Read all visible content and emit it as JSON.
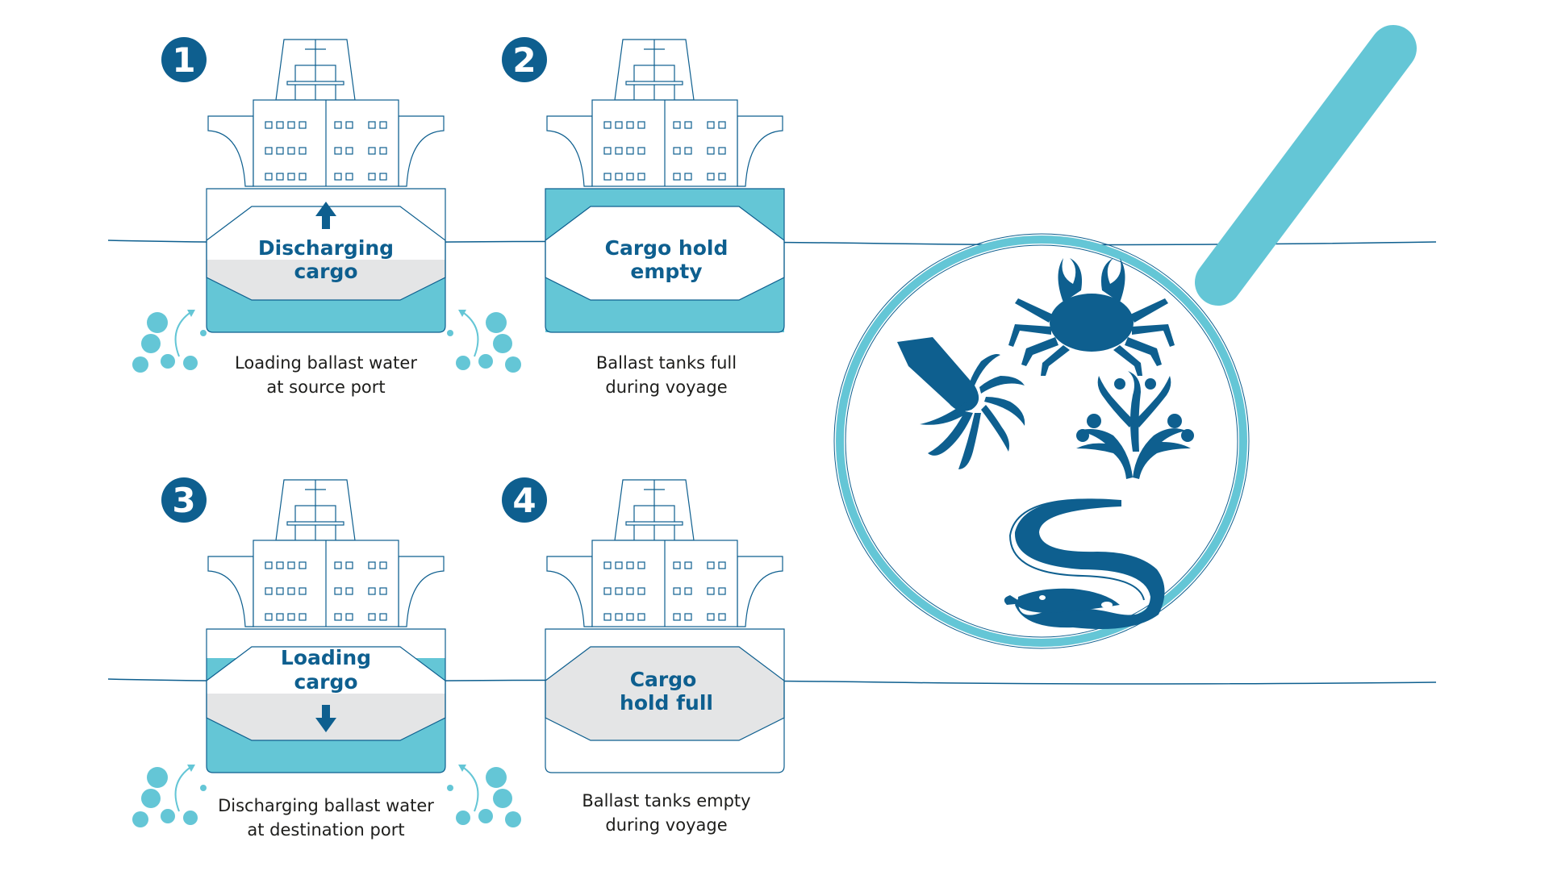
{
  "colors": {
    "dark_blue": "#0e5f8f",
    "teal": "#64c6d6",
    "grey": "#e4e5e6",
    "text": "#1d1d1b"
  },
  "steps": [
    {
      "number": "1",
      "cargo_line1": "Discharging",
      "cargo_line2": "cargo",
      "caption_line1": "Loading ballast water",
      "caption_line2": "at source port",
      "arrow": "arrow-up-icon"
    },
    {
      "number": "2",
      "cargo_line1": "Cargo hold",
      "cargo_line2": "empty",
      "caption_line1": "Ballast tanks full",
      "caption_line2": "during voyage"
    },
    {
      "number": "3",
      "cargo_line1": "Loading",
      "cargo_line2": "cargo",
      "caption_line1": "Discharging ballast water",
      "caption_line2": "at destination port",
      "arrow": "arrow-down-icon"
    },
    {
      "number": "4",
      "cargo_line1": "Cargo",
      "cargo_line2": "hold full",
      "caption_line1": "Ballast tanks empty",
      "caption_line2": "during voyage"
    }
  ],
  "magnifier_icons": [
    "magnifying-glass-icon",
    "crab-icon",
    "squid-icon",
    "seaweed-icon",
    "eel-icon"
  ]
}
